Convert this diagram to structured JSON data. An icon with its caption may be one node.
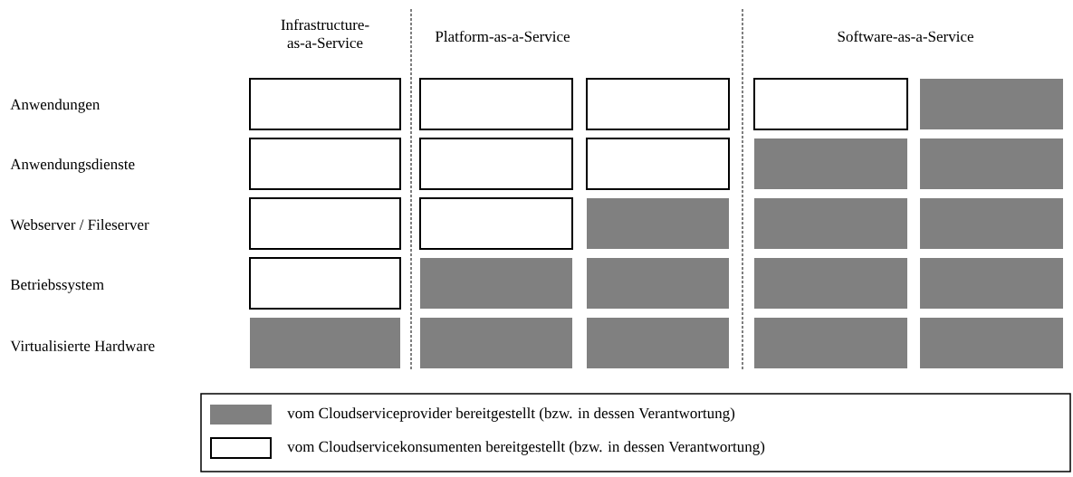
{
  "diagram": {
    "nodes": [
      {
        "text": [],
        "shape": "box"
      },
      {
        "text": [],
        "shape": "box"
      },
      {
        "text": [],
        "shape": "box"
      },
      {
        "text": [],
        "shape": "box"
      },
      {
        "text": [],
        "shape": "bar"
      },
      {
        "text": [],
        "shape": "box"
      },
      {
        "text": [],
        "shape": "box"
      },
      {
        "text": [],
        "shape": "box"
      },
      {
        "text": [],
        "shape": "bar"
      },
      {
        "text": [],
        "shape": "bar"
      },
      {
        "text": [],
        "shape": "box"
      },
      {
        "text": [],
        "shape": "box"
      },
      {
        "text": [],
        "shape": "bar"
      },
      {
        "text": [],
        "shape": "bar"
      },
      {
        "text": [],
        "shape": "bar"
      },
      {
        "text": [],
        "shape": "box"
      },
      {
        "text": [],
        "shape": "bar"
      },
      {
        "text": [],
        "shape": "bar"
      },
      {
        "text": [],
        "shape": "bar"
      },
      {
        "text": [],
        "shape": "bar"
      },
      {
        "text": [],
        "shape": "bar"
      },
      {
        "text": [],
        "shape": "bar"
      },
      {
        "text": [],
        "shape": "bar"
      },
      {
        "text": [],
        "shape": "bar"
      },
      {
        "text": [],
        "shape": "bar"
      }
    ],
    "labels": [
      "Infrastructure-as-a-Service",
      "Platform-as-a-Service",
      "Software-as-a-Service",
      "Anwendungen",
      "Anwendungsdienste",
      "Webserver / Fileserver",
      "Betriebssystem",
      "Virtualisierte  Hardware"
    ],
    "legend": [
      {
        "text": "vom Cloudserviceprovider bereitgestellt  (bzw. in dessen Verantwortung)",
        "color": "#808080"
      },
      {
        "text": "vom Cloudservicekonsumenten bereitgestellt  (bzw. in dessen Verantwortung)"
      }
    ]
  }
}
